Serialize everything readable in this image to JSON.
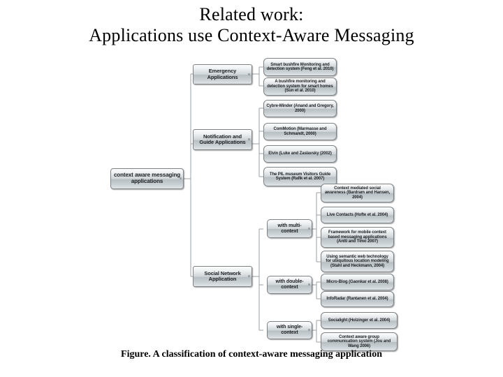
{
  "slide": {
    "title_line1": "Related work:",
    "title_line2": "Applications  use Context-Aware Messaging",
    "caption": "Figure. A classification of context-aware messaging application"
  },
  "colors": {
    "background": "#ffffff",
    "text": "#000000",
    "node_border": "#7d8286",
    "node_fill_top": "#fdfdfd",
    "node_fill_mid": "#b7bfc4",
    "node_fill_bottom": "#dfe4e7",
    "connector": "#9aa1a6"
  },
  "diagram": {
    "type": "tree",
    "root": {
      "id": "root",
      "label": "context aware messaging applications"
    },
    "categories": [
      {
        "id": "emergency",
        "label": "Emergency Applications"
      },
      {
        "id": "notification",
        "label": "Notification and Guide Applications"
      },
      {
        "id": "social",
        "label": "Social Network Application"
      }
    ],
    "contexts": [
      {
        "id": "multi",
        "label": "with multi-context"
      },
      {
        "id": "double",
        "label": "with double-context"
      },
      {
        "id": "single",
        "label": "with single-context"
      }
    ],
    "leaves": {
      "emergency": [
        {
          "id": "e1",
          "label": "Smart bushfire Monitoring and detection system (Feng et al. 2010)"
        },
        {
          "id": "e2",
          "label": "A bushfire monitoring and detection system for smart homes (Sun et al. 2010)"
        }
      ],
      "notification": [
        {
          "id": "n1",
          "label": "Cybre-Minder (Anand and Gregory, 2000)"
        },
        {
          "id": "n2",
          "label": "ComMotion (Marmasse and Schmandt, 2000)"
        },
        {
          "id": "n3",
          "label": "Elvin (Luke and Zaslavsky (2002)"
        },
        {
          "id": "n4",
          "label": "The PIL museum Visitors Guide System (Rafik et al. 2007)"
        }
      ],
      "multi": [
        {
          "id": "m1",
          "label": "Context mediated social awareness (Bardram and Hansen, 2004)"
        },
        {
          "id": "m2",
          "label": "Live Contacts (Hofte et al. 2004)"
        },
        {
          "id": "m3",
          "label": "Framework for mobile context based messaging applications (Antti and Timo 2007)"
        },
        {
          "id": "m4",
          "label": "Using semantic web technology for ubiquitous location modeling (Stahl and Heckmann, 2004)"
        }
      ],
      "double": [
        {
          "id": "d1",
          "label": "Micro-Blog (Gaonkar et al. 2008)"
        },
        {
          "id": "d2",
          "label": "InfoRadar (Rantanen et al. 2004)"
        }
      ],
      "single": [
        {
          "id": "s1",
          "label": "Socialight (Holzinger et al. 2004)"
        },
        {
          "id": "s2",
          "label": "Context aware group communication system (Jou and Wang 2006)"
        }
      ]
    }
  }
}
